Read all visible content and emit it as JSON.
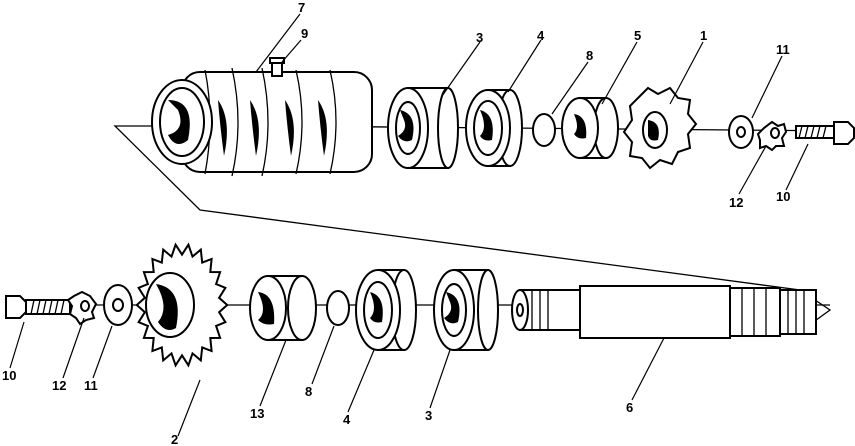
{
  "diagram": {
    "labels": {
      "p7": "7",
      "p9": "9",
      "p3a": "3",
      "p4a": "4",
      "p8a": "8",
      "p5": "5",
      "p1": "1",
      "p11a": "11",
      "p12a": "12",
      "p10a": "10",
      "p10b": "10",
      "p12b": "12",
      "p11b": "11",
      "p2": "2",
      "p13": "13",
      "p8b": "8",
      "p4b": "4",
      "p3b": "3",
      "p6": "6"
    }
  }
}
